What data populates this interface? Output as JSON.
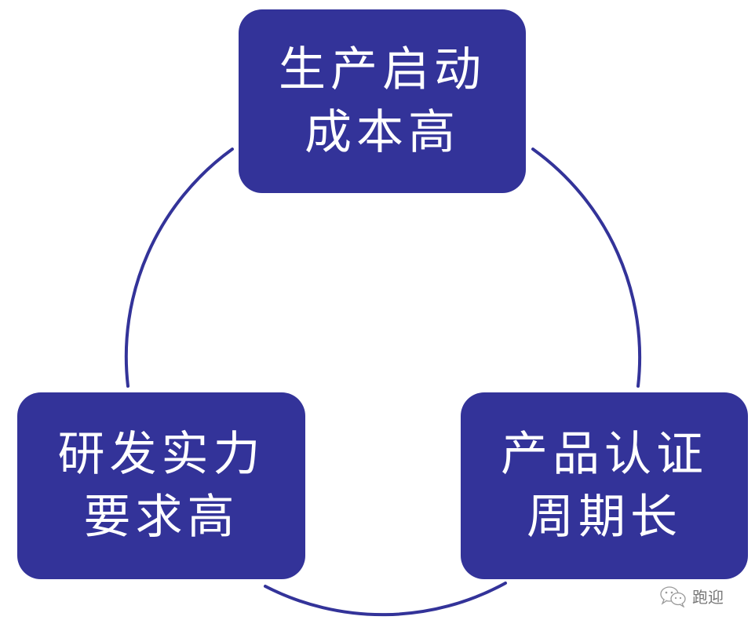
{
  "diagram": {
    "type": "cycle",
    "colors": {
      "box_fill": "#333399",
      "box_text": "#ffffff",
      "ring_stroke": "#333399",
      "background": "#ffffff"
    },
    "nodes": [
      {
        "id": "top",
        "lines": [
          "生产启动",
          "成本高"
        ]
      },
      {
        "id": "left",
        "lines": [
          "研发实力",
          "要求高"
        ]
      },
      {
        "id": "right",
        "lines": [
          "产品认证",
          "周期长"
        ]
      }
    ]
  },
  "watermark": {
    "icon": "wechat-icon",
    "text": "跑迎"
  }
}
